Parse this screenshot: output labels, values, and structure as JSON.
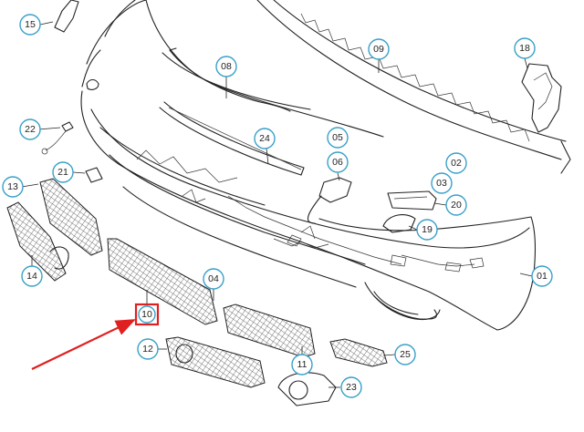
{
  "diagram": {
    "parts": [
      {
        "id": "p15",
        "label": "15"
      },
      {
        "id": "p09",
        "label": "09"
      },
      {
        "id": "p18",
        "label": "18"
      },
      {
        "id": "p08",
        "label": "08"
      },
      {
        "id": "p22",
        "label": "22"
      },
      {
        "id": "p24",
        "label": "24"
      },
      {
        "id": "p05",
        "label": "05"
      },
      {
        "id": "p06",
        "label": "06"
      },
      {
        "id": "p02",
        "label": "02"
      },
      {
        "id": "p03",
        "label": "03"
      },
      {
        "id": "p21",
        "label": "21"
      },
      {
        "id": "p13",
        "label": "13"
      },
      {
        "id": "p20",
        "label": "20"
      },
      {
        "id": "p19",
        "label": "19"
      },
      {
        "id": "p14",
        "label": "14"
      },
      {
        "id": "p04",
        "label": "04"
      },
      {
        "id": "p01",
        "label": "01"
      },
      {
        "id": "p10",
        "label": "10"
      },
      {
        "id": "p12",
        "label": "12"
      },
      {
        "id": "p25",
        "label": "25"
      },
      {
        "id": "p11",
        "label": "11"
      },
      {
        "id": "p23",
        "label": "23"
      }
    ],
    "highlight": {
      "part": "10",
      "color": "#e02020"
    },
    "callout_color": "#3aa0c8"
  }
}
